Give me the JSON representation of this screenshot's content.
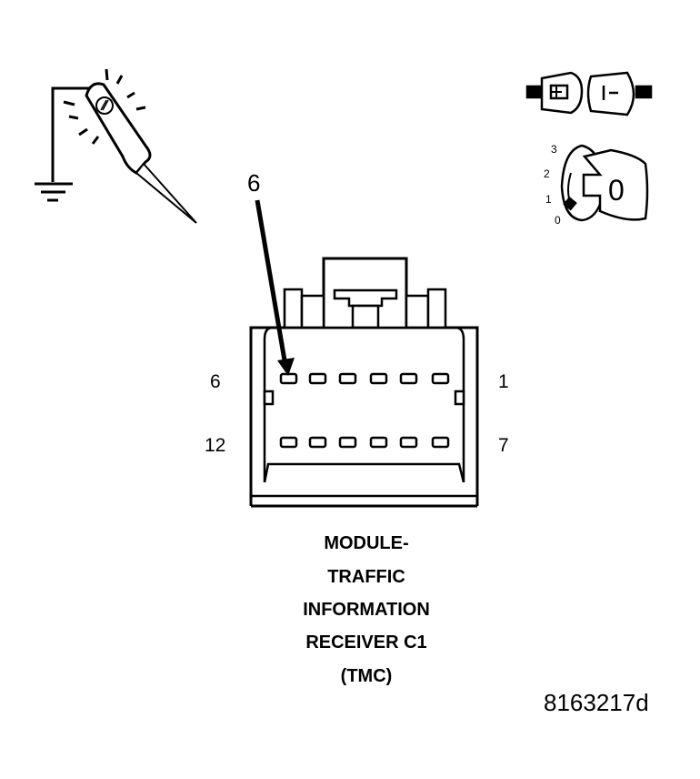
{
  "pointer_label": "6",
  "pin_labels": {
    "top_left": "6",
    "top_right": "1",
    "bottom_left": "12",
    "bottom_right": "7"
  },
  "caption_lines": [
    "MODULE-",
    "TRAFFIC",
    "INFORMATION",
    "RECEIVER C1",
    "(TMC)"
  ],
  "figure_id": "8163217d",
  "ignition_positions": [
    "3",
    "2",
    "1",
    "0"
  ],
  "ignition_key_label": "0",
  "icons": [
    "ground-probe-icon",
    "connector-disconnected-icon",
    "ignition-off-icon"
  ]
}
